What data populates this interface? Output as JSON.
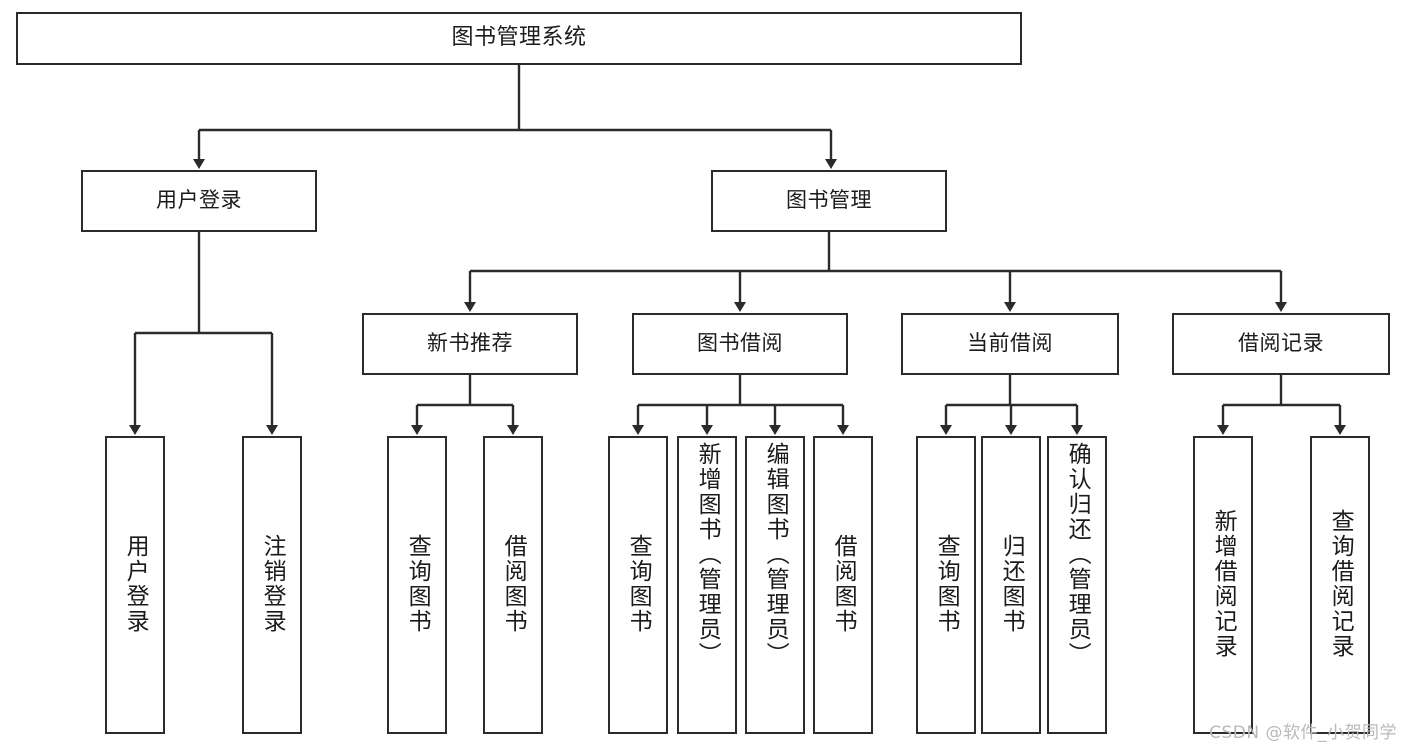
{
  "diagram": {
    "title": "图书管理系统",
    "type": "tree-hierarchy-chart",
    "stroke_color": "#2b2b2b",
    "background_color": "#ffffff",
    "text_color": "#1b1b1b"
  },
  "watermark": {
    "text": "CSDN @软件_小贺同学",
    "color": "#b9b9b9"
  },
  "nodes": {
    "root": {
      "label": "图书管理系统"
    },
    "level2": [
      {
        "label": "用户登录"
      },
      {
        "label": "图书管理"
      }
    ],
    "level3": [
      {
        "label": "新书推荐"
      },
      {
        "label": "图书借阅"
      },
      {
        "label": "当前借阅"
      },
      {
        "label": "借阅记录"
      }
    ],
    "leaves": {
      "user_login": [
        {
          "label": "用户登录"
        },
        {
          "label": "注销登录"
        }
      ],
      "new_book_recommend": [
        {
          "label": "查询图书"
        },
        {
          "label": "借阅图书"
        }
      ],
      "book_borrow": [
        {
          "label": "查询图书"
        },
        {
          "label": "新增图书（管理员）"
        },
        {
          "label": "编辑图书（管理员）"
        },
        {
          "label": "借阅图书"
        }
      ],
      "current_borrow": [
        {
          "label": "查询图书"
        },
        {
          "label": "归还图书"
        },
        {
          "label": "确认归还（管理员）"
        }
      ],
      "borrow_record": [
        {
          "label": "新增借阅记录"
        },
        {
          "label": "查询借阅记录"
        }
      ]
    }
  }
}
